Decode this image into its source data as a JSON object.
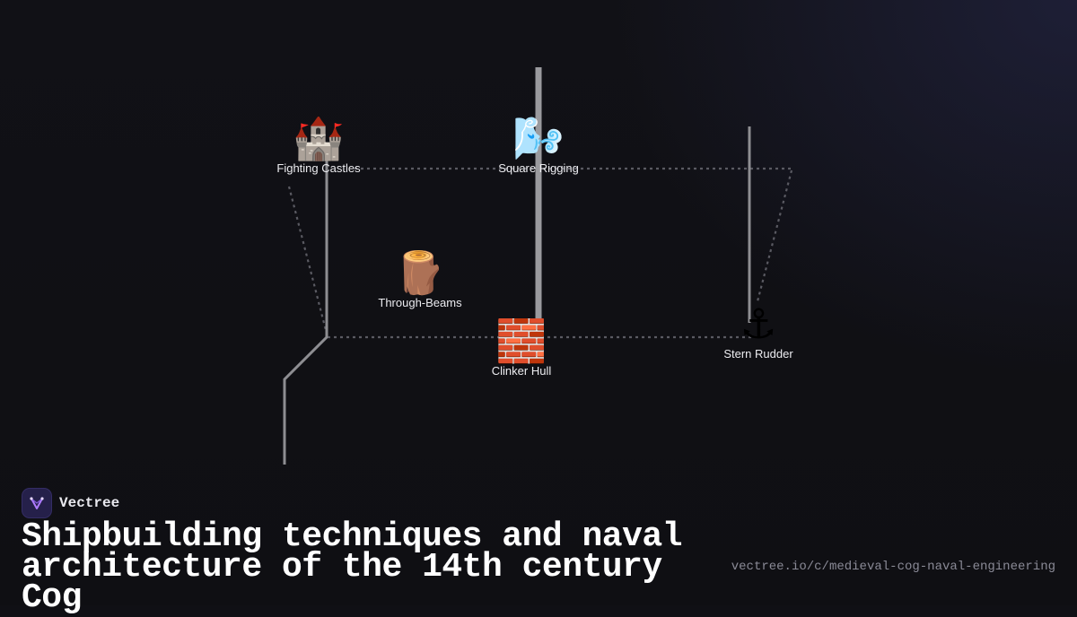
{
  "brand": {
    "name": "Vectree",
    "logo_icon": "vectree-logo-icon",
    "logo_color": "#b07cff"
  },
  "title": "Shipbuilding techniques and naval architecture of the 14th century Cog",
  "url": "vectree.io/c/medieval-cog-naval-engineering",
  "nodes": [
    {
      "id": "fighting-castles",
      "label": "Fighting Castles",
      "icon": "castle-icon",
      "glyph": "🏰"
    },
    {
      "id": "square-rigging",
      "label": "Square Rigging",
      "icon": "wind-icon",
      "glyph": "🌬️"
    },
    {
      "id": "through-beams",
      "label": "Through-Beams",
      "icon": "wood-log-icon",
      "glyph": "🪵"
    },
    {
      "id": "clinker-hull",
      "label": "Clinker Hull",
      "icon": "brick-icon",
      "glyph": "🧱"
    },
    {
      "id": "stern-rudder",
      "label": "Stern Rudder",
      "icon": "anchor-icon",
      "glyph": "⚓"
    }
  ],
  "colors": {
    "background": "#101015",
    "line": "#8c8c90",
    "dashed": "#55555c"
  }
}
